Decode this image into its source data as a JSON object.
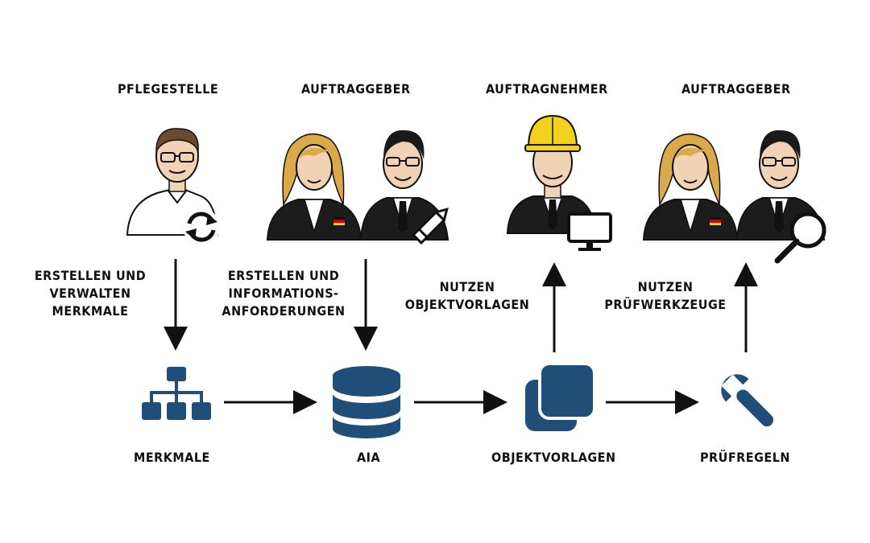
{
  "roles": [
    {
      "id": "pflegestelle",
      "label": "PFLEGESTELLE"
    },
    {
      "id": "auftraggeber_1",
      "label": "AUFTRAGGEBER"
    },
    {
      "id": "auftragnehmer",
      "label": "AUFTRAGNEHMER"
    },
    {
      "id": "auftraggeber_2",
      "label": "AUFTRAGGEBER"
    }
  ],
  "actions": [
    {
      "lines": [
        "ERSTELLEN UND",
        "VERWALTEN",
        "MERKMALE"
      ]
    },
    {
      "lines": [
        "ERSTELLEN UND",
        "INFORMATIONS-",
        "ANFORDERUNGEN"
      ]
    },
    {
      "lines": [
        "NUTZEN",
        "OBJEKTVORLAGEN"
      ]
    },
    {
      "lines": [
        "NUTZEN",
        "PRÜFWERKZEUGE"
      ]
    }
  ],
  "nodes": [
    {
      "label": "MERKMALE",
      "icon": "hierarchy-icon"
    },
    {
      "label": "AIA",
      "icon": "database-icon"
    },
    {
      "label": "OBJEKTVORLAGEN",
      "icon": "stacked-squares-icon"
    },
    {
      "label": "PRÜFREGELN",
      "icon": "wrench-icon"
    }
  ],
  "badges": [
    "refresh-icon",
    "pencil-icon",
    "monitor-icon",
    "magnifier-icon"
  ],
  "colors": {
    "icon_blue": "#1f4e79",
    "ink": "#111111",
    "skin": "#f1d2b4",
    "hair_blonde": "#d9a94a",
    "hair_dark": "#2a2a2a",
    "helmet": "#f3d21b"
  }
}
